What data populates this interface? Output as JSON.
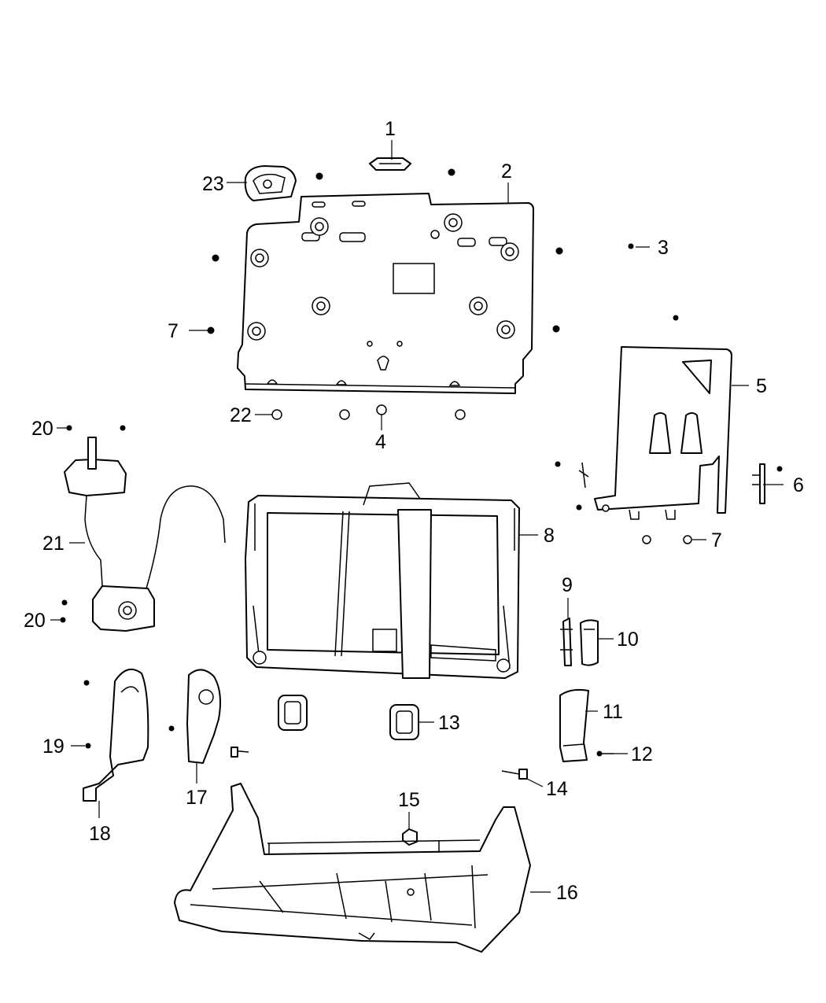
{
  "callouts": [
    {
      "id": "1",
      "text": "1"
    },
    {
      "id": "2",
      "text": "2"
    },
    {
      "id": "3",
      "text": "3"
    },
    {
      "id": "4",
      "text": "4"
    },
    {
      "id": "5",
      "text": "5"
    },
    {
      "id": "6",
      "text": "6"
    },
    {
      "id": "7a",
      "text": "7"
    },
    {
      "id": "7b",
      "text": "7"
    },
    {
      "id": "8",
      "text": "8"
    },
    {
      "id": "9",
      "text": "9"
    },
    {
      "id": "10",
      "text": "10"
    },
    {
      "id": "11",
      "text": "11"
    },
    {
      "id": "12",
      "text": "12"
    },
    {
      "id": "13",
      "text": "13"
    },
    {
      "id": "14",
      "text": "14"
    },
    {
      "id": "15",
      "text": "15"
    },
    {
      "id": "16",
      "text": "16"
    },
    {
      "id": "17",
      "text": "17"
    },
    {
      "id": "18",
      "text": "18"
    },
    {
      "id": "19",
      "text": "19"
    },
    {
      "id": "20a",
      "text": "20"
    },
    {
      "id": "20b",
      "text": "20"
    },
    {
      "id": "21",
      "text": "21"
    },
    {
      "id": "22",
      "text": "22"
    },
    {
      "id": "23",
      "text": "23"
    }
  ]
}
